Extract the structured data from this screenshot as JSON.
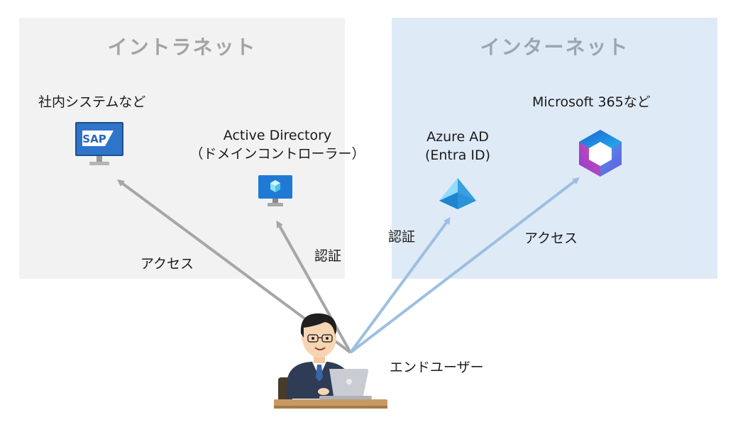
{
  "intranet": {
    "title": "イントラネット"
  },
  "internet": {
    "title": "インターネット"
  },
  "nodes": {
    "sap": {
      "label": "社内システムなど",
      "logo_text": "SAP"
    },
    "ad": {
      "label_line1": "Active Directory",
      "label_line2": "（ドメインコントローラー）"
    },
    "azure_ad": {
      "label_line1": "Azure AD",
      "label_line2": "(Entra ID)"
    },
    "m365": {
      "label": "Microsoft 365など"
    },
    "user": {
      "label": "エンドユーザー"
    }
  },
  "edges": {
    "to_sap": "アクセス",
    "to_ad": "認証",
    "to_azure_ad": "認証",
    "to_m365": "アクセス"
  },
  "colors": {
    "intranet_bg": "#f2f2f2",
    "internet_bg": "#dfeaf7",
    "arrow_gray": "#a6a6a6",
    "arrow_blue": "#9dbfe0"
  }
}
